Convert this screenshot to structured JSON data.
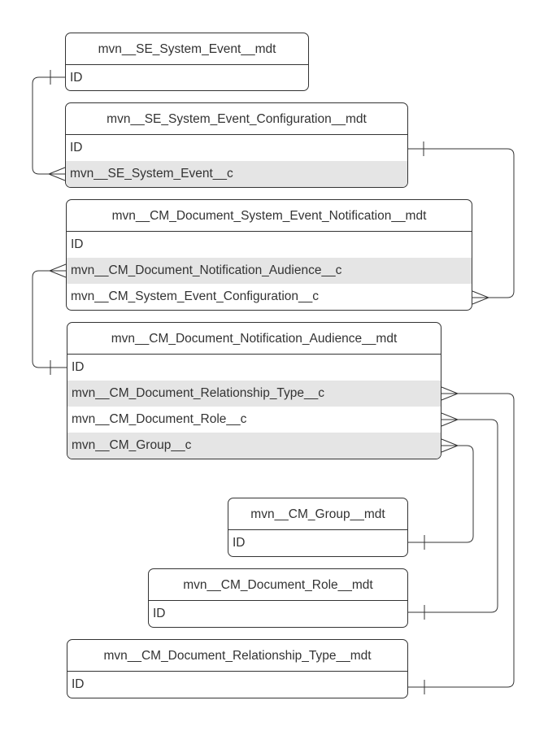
{
  "entities": {
    "system_event": {
      "title": "mvn__SE_System_Event__mdt",
      "fields": [
        "ID"
      ]
    },
    "system_event_configuration": {
      "title": "mvn__SE_System_Event_Configuration__mdt",
      "fields": [
        "ID",
        "mvn__SE_System_Event__c"
      ]
    },
    "document_system_event_notification": {
      "title": "mvn__CM_Document_System_Event_Notification__mdt",
      "fields": [
        "ID",
        "mvn__CM_Document_Notification_Audience__c",
        "mvn__CM_System_Event_Configuration__c"
      ]
    },
    "document_notification_audience": {
      "title": "mvn__CM_Document_Notification_Audience__mdt",
      "fields": [
        "ID",
        "mvn__CM_Document_Relationship_Type__c",
        "mvn__CM_Document_Role__c",
        "mvn__CM_Group__c"
      ]
    },
    "group": {
      "title": "mvn__CM_Group__mdt",
      "fields": [
        "ID"
      ]
    },
    "document_role": {
      "title": "mvn__CM_Document_Role__mdt",
      "fields": [
        "ID"
      ]
    },
    "document_relationship_type": {
      "title": "mvn__CM_Document_Relationship_Type__mdt",
      "fields": [
        "ID"
      ]
    }
  },
  "relationships": [
    {
      "from": "system_event_configuration.mvn__SE_System_Event__c",
      "to": "system_event.ID",
      "cardinality": "many-to-one"
    },
    {
      "from": "document_system_event_notification.mvn__CM_System_Event_Configuration__c",
      "to": "system_event_configuration.ID",
      "cardinality": "many-to-one"
    },
    {
      "from": "document_system_event_notification.mvn__CM_Document_Notification_Audience__c",
      "to": "document_notification_audience.ID",
      "cardinality": "many-to-one"
    },
    {
      "from": "document_notification_audience.mvn__CM_Document_Relationship_Type__c",
      "to": "document_relationship_type.ID",
      "cardinality": "many-to-one"
    },
    {
      "from": "document_notification_audience.mvn__CM_Document_Role__c",
      "to": "document_role.ID",
      "cardinality": "many-to-one"
    },
    {
      "from": "document_notification_audience.mvn__CM_Group__c",
      "to": "group.ID",
      "cardinality": "many-to-one"
    }
  ]
}
